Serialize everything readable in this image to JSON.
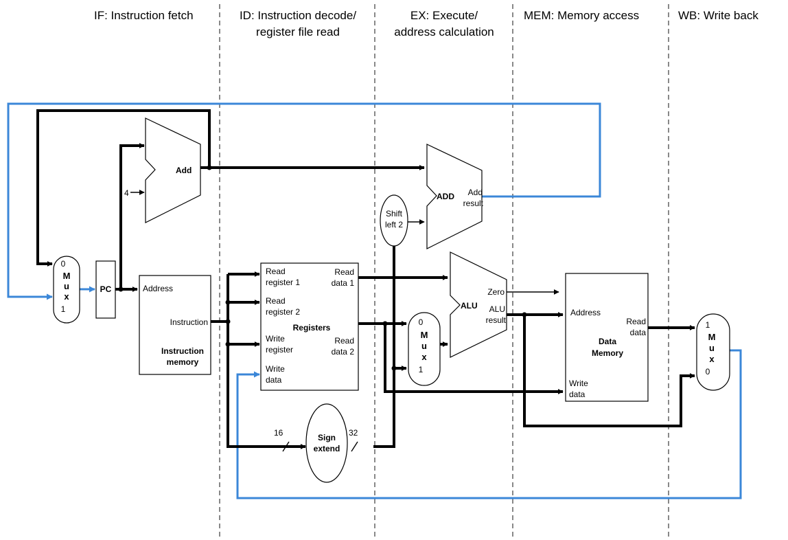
{
  "stages": {
    "if": "IF: Instruction fetch",
    "id_1": "ID: Instruction decode/",
    "id_2": "register file read",
    "ex_1": "EX: Execute/",
    "ex_2": "address calculation",
    "mem": "MEM: Memory access",
    "wb": "WB: Write back"
  },
  "pc_mux": {
    "top": "0",
    "m": "M",
    "u": "u",
    "x": "x",
    "bottom": "1"
  },
  "pc": {
    "label": "PC"
  },
  "adder": {
    "label": "Add",
    "input": "4"
  },
  "instruction_memory": {
    "address": "Address",
    "instruction": "Instruction",
    "title_1": "Instruction",
    "title_2": "memory"
  },
  "registers": {
    "read_reg_1_a": "Read",
    "read_reg_1_b": "register 1",
    "read_reg_2_a": "Read",
    "read_reg_2_b": "register 2",
    "write_reg_a": "Write",
    "write_reg_b": "register",
    "write_data_a": "Write",
    "write_data_b": "data",
    "read_data_1_a": "Read",
    "read_data_1_b": "data 1",
    "read_data_2_a": "Read",
    "read_data_2_b": "data 2",
    "title": "Registers"
  },
  "shift_left": {
    "line_1": "Shift",
    "line_2": "left 2"
  },
  "branch_adder": {
    "label": "ADD",
    "out_1": "Add",
    "out_2": "result"
  },
  "alu_mux": {
    "top": "0",
    "m": "M",
    "u": "u",
    "x": "x",
    "bottom": "1"
  },
  "alu": {
    "label": "ALU",
    "zero": "Zero",
    "result_1": "ALU",
    "result_2": "result"
  },
  "sign_extend": {
    "line_1": "Sign",
    "line_2": "extend",
    "in_bits": "16",
    "out_bits": "32"
  },
  "data_memory": {
    "address": "Address",
    "read_data_1": "Read",
    "read_data_2": "data",
    "write_data_1": "Write",
    "write_data_2": "data",
    "title_1": "Data",
    "title_2": "Memory"
  },
  "wb_mux": {
    "top": "1",
    "m": "M",
    "u": "u",
    "x": "x",
    "bottom": "0"
  },
  "colors": {
    "control_path": "#3b87d8",
    "wire": "#000000",
    "separator": "#555555"
  }
}
